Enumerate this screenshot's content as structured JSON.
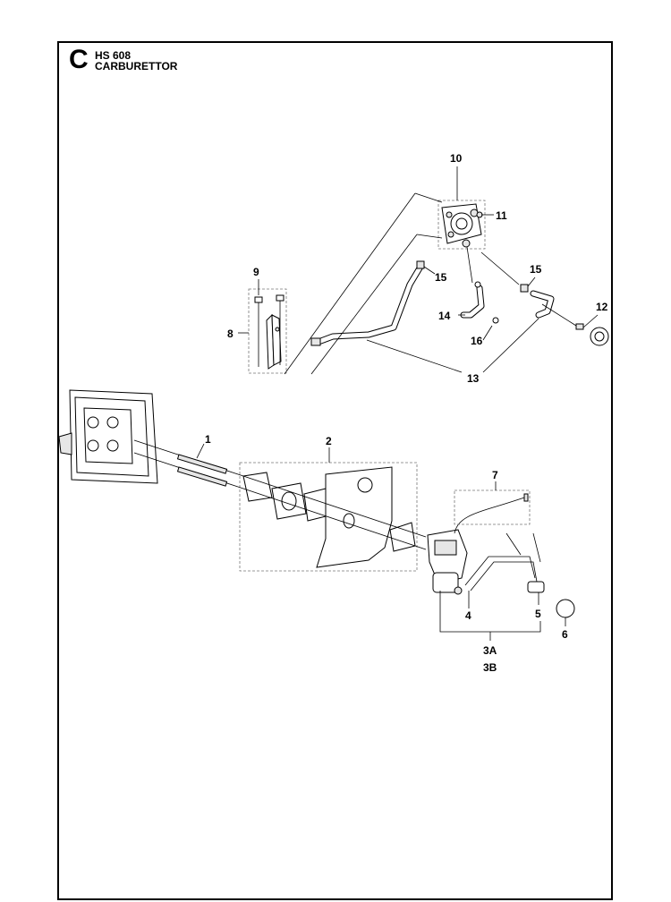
{
  "header": {
    "section_letter": "C",
    "model": "HS 608",
    "title": "CARBURETTOR"
  },
  "callouts": {
    "c1": "1",
    "c2": "2",
    "c3a": "3A",
    "c3b": "3B",
    "c4": "4",
    "c5": "5",
    "c6": "6",
    "c7": "7",
    "c8": "8",
    "c9": "9",
    "c10": "10",
    "c11": "11",
    "c12": "12",
    "c13": "13",
    "c14": "14",
    "c15a": "15",
    "c15b": "15",
    "c16": "16"
  }
}
